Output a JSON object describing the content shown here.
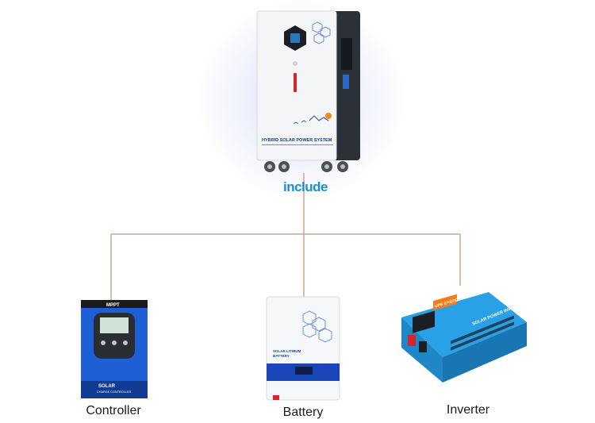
{
  "main_unit": {
    "brand_text": "HYBRID SOLAR POWER SYSTEM"
  },
  "connector_label": "include",
  "components": [
    {
      "label": "Controller",
      "product_text": "SOLAR",
      "sub_text": "CHARGE CONTROLLER",
      "top_text": "MPPT"
    },
    {
      "label": "Battery",
      "product_text": "SOLAR LITHIUM",
      "sub_text": "BATTERY"
    },
    {
      "label": "Inverter",
      "product_text": "SOLAR POWER INVERTER",
      "tag_text": "UPS SYSTEM"
    }
  ],
  "colors": {
    "wire": "#d2a28a",
    "accent_blue": "#1c8fd1",
    "controller_blue": "#1f5fd6",
    "inverter_blue": "#2aa0e6",
    "battery_blue": "#1846b8"
  }
}
